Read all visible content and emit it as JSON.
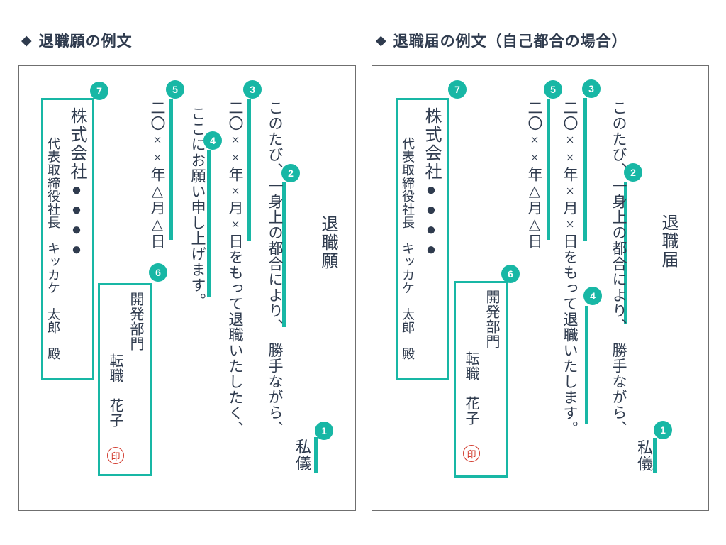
{
  "colors": {
    "accent_teal": "#18b7a5",
    "text_navy": "#2f3b4e",
    "stamp_red": "#d23b2e"
  },
  "headers": {
    "left": {
      "icon": "◆",
      "label": "退職願の例文"
    },
    "right": {
      "icon": "◆",
      "label": "退職届の例文（自己都合の場合）"
    }
  },
  "badge_numbers": [
    "1",
    "2",
    "3",
    "4",
    "5",
    "6",
    "7"
  ],
  "left_panel": {
    "title": "退職願",
    "jigi": "私儀",
    "body_line_1": "このたび、一身上の都合により、　勝手ながら、",
    "body_line_2": "二〇××年×月×日をもって退職いたしたく、",
    "body_line_3": "ここにお願い申し上げます。",
    "date": "二〇××年△月△日",
    "company": {
      "line1": "株式会社●●●●",
      "line2": "代表取締役社長　キッカケ　太郎　殿"
    },
    "signer": {
      "department": "開発部門",
      "name": "転職　花子",
      "stamp": "印"
    }
  },
  "right_panel": {
    "title": "退職届",
    "jigi": "私儀",
    "body_line_1": "このたび、一身上の都合により、　勝手ながら、",
    "body_line_2": "二〇××年×月×日をもって退職いたします。",
    "date": "二〇××年△月△日",
    "company": {
      "line1": "株式会社●●●●",
      "line2": "代表取締役社長　キッカケ　太郎　殿"
    },
    "signer": {
      "department": "開発部門",
      "name": "転職　花子",
      "stamp": "印"
    }
  }
}
